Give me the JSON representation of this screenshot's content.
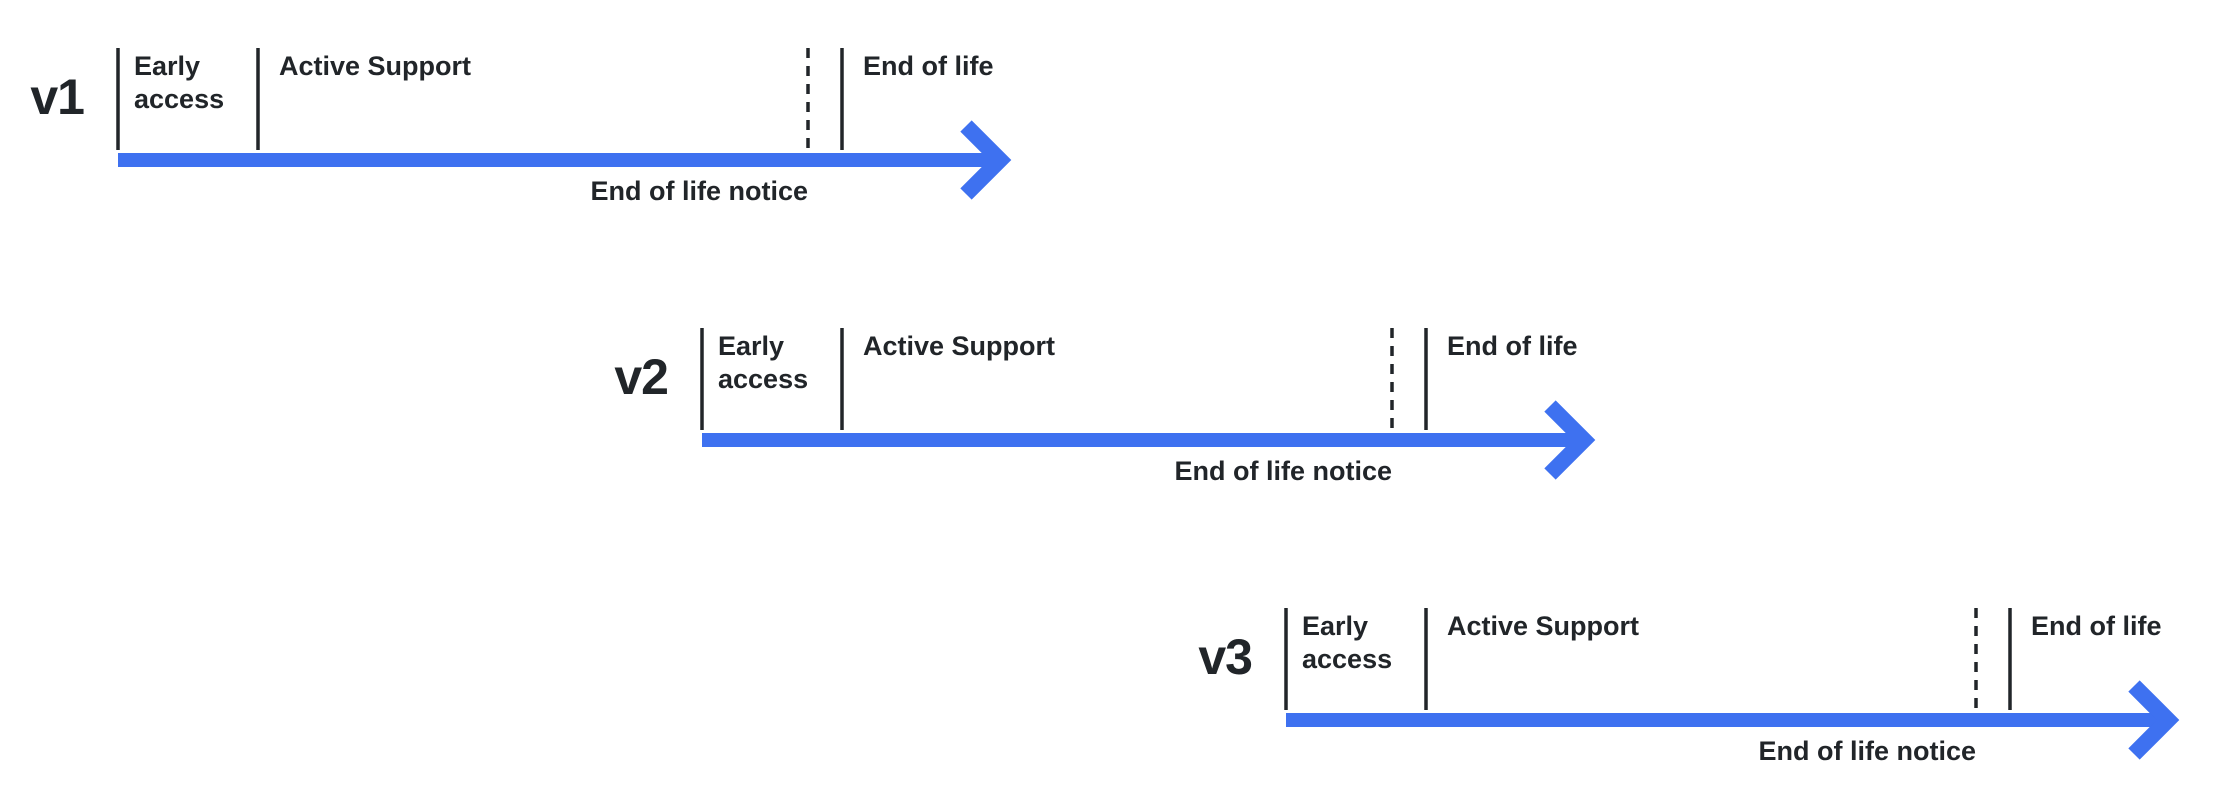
{
  "colors": {
    "arrow_blue": "#3E71F0",
    "ink": "#212529",
    "background": "#FFFFFF"
  },
  "timelines": [
    {
      "version": "v1",
      "phases": {
        "early_access": "Early access",
        "active_support": "Active Support",
        "eol_notice": "End of life notice",
        "end_of_life": "End of life"
      }
    },
    {
      "version": "v2",
      "phases": {
        "early_access": "Early access",
        "active_support": "Active Support",
        "eol_notice": "End of life notice",
        "end_of_life": "End of life"
      }
    },
    {
      "version": "v3",
      "phases": {
        "early_access": "Early access",
        "active_support": "Active Support",
        "eol_notice": "End of life notice",
        "end_of_life": "End of life"
      }
    }
  ]
}
